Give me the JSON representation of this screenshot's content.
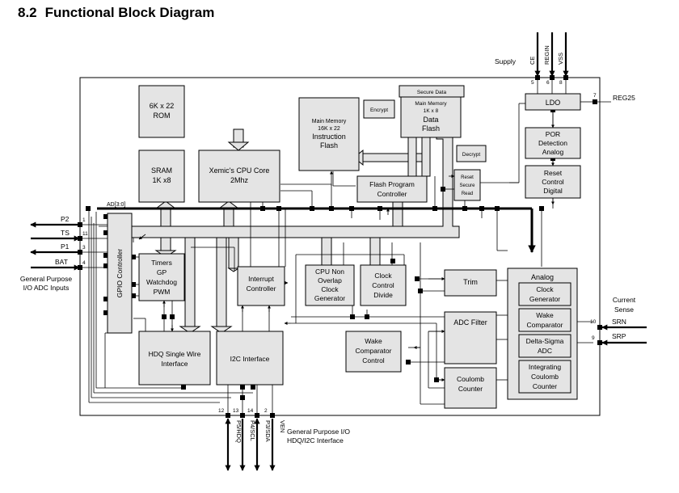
{
  "section": {
    "number": "8.2",
    "title": "Functional Block Diagram"
  },
  "blocks": {
    "rom": [
      "6K x 22",
      "ROM"
    ],
    "main_memory": [
      "Main Memory",
      "16K x 22",
      "Instruction",
      "Flash"
    ],
    "encrypt": "Encrypt",
    "secure_data": "Secure Data",
    "data_flash": [
      "Main Memory",
      "1K x 8",
      "Data",
      "Flash"
    ],
    "decrypt": "Decrypt",
    "sram": [
      "SRAM",
      "1K x8"
    ],
    "cpu": [
      "Xemic's CPU Core",
      "2Mhz"
    ],
    "flash_ctrl": [
      "Flash Program",
      "Controller"
    ],
    "reset_secure": [
      "Reset",
      "Secure",
      "Read"
    ],
    "ldo": "LDO",
    "por": [
      "POR",
      "Detection",
      "Analog"
    ],
    "reset_ctrl": [
      "Reset",
      "Control",
      "Digital"
    ],
    "gpio": "GPIO Controller",
    "timers": [
      "Timers",
      "GP",
      "Watchdog",
      "PWM"
    ],
    "interrupt": [
      "Interrupt",
      "Controller"
    ],
    "cpu_clock": [
      "CPU Non",
      "Overlap",
      "Clock",
      "Generator"
    ],
    "clock_ctrl": [
      "Clock",
      "Control",
      "Divide"
    ],
    "trim": "Trim",
    "analog": "Analog",
    "clock_gen": [
      "Clock",
      "Generator"
    ],
    "wake_comp": [
      "Wake",
      "Comparator"
    ],
    "delta_sigma": [
      "Delta-Sigma",
      "ADC"
    ],
    "int_coulomb": [
      "Integrating",
      "Coulomb",
      "Counter"
    ],
    "hdq": [
      "HDQ Single Wire",
      "Interface"
    ],
    "i2c": "I2C Interface",
    "wake_ctrl": [
      "Wake",
      "Comparator",
      "Control"
    ],
    "adc_filter": "ADC Filter",
    "coulomb": [
      "Coulomb",
      "Counter"
    ]
  },
  "bus_label": "AD[3:0]",
  "pins": {
    "supply_label": "Supply",
    "top": [
      {
        "name": "CE",
        "num": "5"
      },
      {
        "name": "REGIN",
        "num": "6"
      },
      {
        "name": "VSS",
        "num": "8"
      }
    ],
    "reg25": {
      "name": "REG25",
      "num": "7"
    },
    "left": [
      {
        "name": "P2",
        "num": "1"
      },
      {
        "name": "TS",
        "num": "11"
      },
      {
        "name": "P1",
        "num": "3"
      },
      {
        "name": "BAT",
        "num": "4"
      }
    ],
    "left_caption": [
      "General Purpose",
      "I/O ADC Inputs"
    ],
    "right_caption": [
      "Current",
      "Sense"
    ],
    "right": [
      {
        "name": "SRN",
        "num": "10"
      },
      {
        "name": "SRP",
        "num": "9"
      }
    ],
    "bottom": [
      {
        "name": "P5/HDQ",
        "num": "12"
      },
      {
        "name": "P4/SCL",
        "num": "13"
      },
      {
        "name": "P3/SDA",
        "num": "14"
      },
      {
        "name": "VEN",
        "num": "2"
      }
    ],
    "bottom_caption": [
      "General Purpose I/O",
      "HDQ/I2C Interface"
    ]
  },
  "colors": {
    "block_fill": "#e4e4e4",
    "line": "#000000"
  }
}
